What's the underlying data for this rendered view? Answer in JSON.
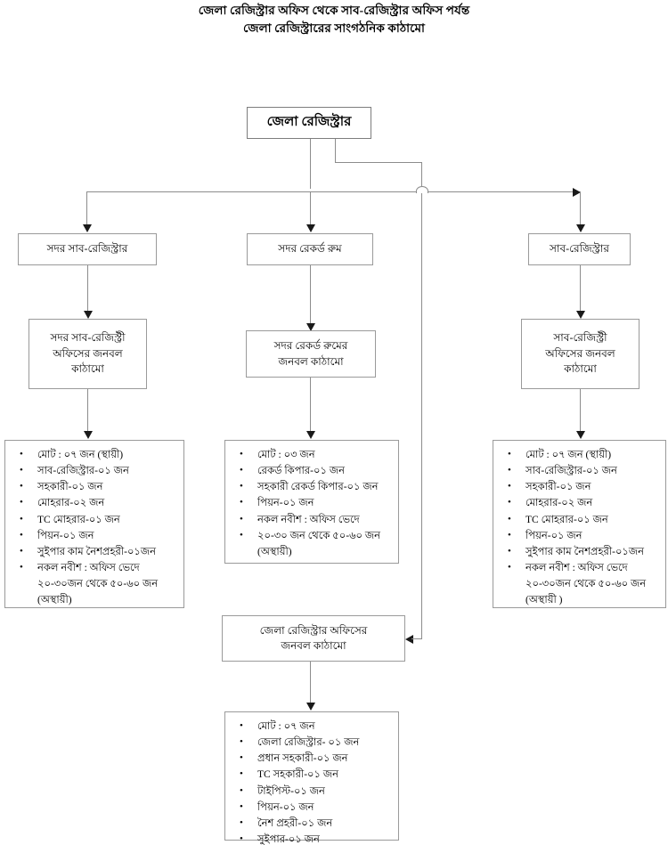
{
  "title": {
    "line1": "জেলা রেজিস্ট্রার অফিস থেকে সাব-রেজিস্ট্রার অফিস পর্যন্ত",
    "line2": "জেলা রেজিস্ট্রারের সাংগঠনিক কাঠামো"
  },
  "nodes": {
    "root": "জেলা রেজিস্ট্রার",
    "level2": {
      "left": "সদর সাব-রেজিস্ট্রার",
      "center": "সদর রেকর্ড রুম",
      "right": "সাব-রেজিস্ট্রার"
    },
    "level3": {
      "left": "সদর সাব-রেজিস্ট্রী\nঅফিসের জনবল\nকাঠামো",
      "center": "সদর রেকর্ড রুমের\nজনবল কাঠামো",
      "right": "সাব-রেজিস্ট্রী\nঅফিসের জনবল\nকাঠামো"
    },
    "dr_office": "জেলা রেজিস্ট্রার অফিসের\nজনবল কাঠামো"
  },
  "lists": {
    "sadar_sub_registry": [
      "মোট : ০৭ জন (স্থায়ী)",
      "সাব-রেজিস্ট্রার-০১ জন",
      "সহকারী-০১ জন",
      "মোহরার-০২ জন",
      "TC মোহরার-০১ জন",
      "পিয়ন-০১ জন",
      "সুইপার কাম নৈশপ্রহরী-০১জন",
      "নকল নবীশ : অফিস ভেদে\n২০-৩০জন থেকে ৫০-৬০ জন\n(অস্থায়ী)"
    ],
    "sadar_record_room": [
      "মোট : ০৩ জন",
      "রেকর্ড কিপার-০১ জন",
      "সহকারী রেকর্ড কিপার-০১ জন",
      "পিয়ন-০১ জন",
      "নকল নবীশ : অফিস ভেদে",
      "২০-৩০ জন থেকে ৫০-৬০ জন\n(অস্থায়ী)"
    ],
    "sub_registry": [
      "মোট : ০৭ জন (স্থায়ী)",
      "সাব-রেজিস্ট্রার-০১ জন",
      "সহকারী-০১ জন",
      "মোহরার-০২ জন",
      "TC মোহরার-০১ জন",
      "পিয়ন-০১ জন",
      "সুইপার কাম নৈশপ্রহরী-০১জন",
      "নকল নবীশ : অফিস ভেদে\n২০-৩০জন থেকে ৫০-৬০ জন\n(অস্থায়ী )"
    ],
    "district_registrar_office": [
      "মোট : ০৭ জন",
      "জেলা রেজিস্ট্রার- ০১ জন",
      "প্রধান সহকারী-০১ জন",
      "TC সহকারী-০১ জন",
      "টাইপিস্ট-০১ জন",
      "পিয়ন-০১ জন",
      "নৈশ প্রহরী-০১ জন",
      "সুইপার-০১ জন"
    ]
  },
  "bullet_glyph": "•",
  "colors": {
    "background": "#ffffff",
    "box_border": "#9a9a9a",
    "connector": "#8c8c8c",
    "arrow": "#1a1a1a",
    "text": "#000000"
  }
}
